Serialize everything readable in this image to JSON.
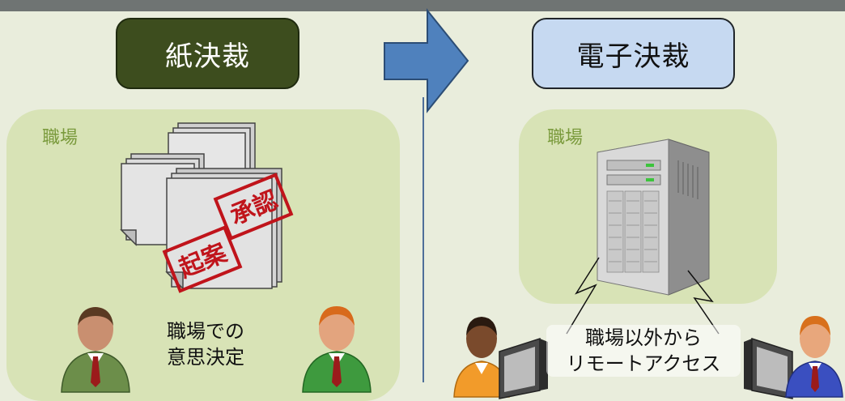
{
  "left": {
    "title": "紙決裁",
    "area_label": "職場",
    "stamp_approve": "承認",
    "stamp_draft": "起案",
    "caption_line1": "職場での",
    "caption_line2": "意思決定"
  },
  "right": {
    "title": "電子決裁",
    "area_label": "職場",
    "caption_line1": "職場以外から",
    "caption_line2": "リモートアクセス"
  },
  "colors": {
    "background": "#e9eddc",
    "paper_title_bg": "#3d4d1e",
    "e_title_bg": "#c6d9f1",
    "panel": "#d8e3b6",
    "label": "#7a9a3c",
    "arrow": "#4f81bd",
    "stamp": "#c0141b"
  }
}
